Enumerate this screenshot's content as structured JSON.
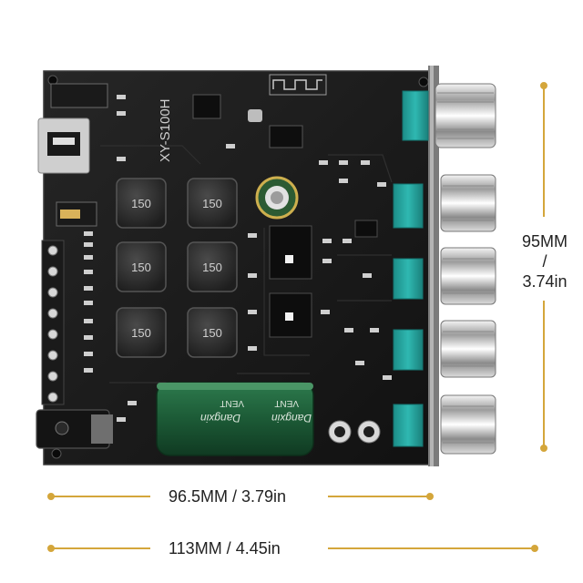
{
  "board": {
    "model": "XY-S100H",
    "inductor_code": "150",
    "capacitor_brand": "Dangxin",
    "capacitor_mark": "VENT"
  },
  "dimensions": {
    "inner_width": "96.5MM / 3.79in",
    "outer_width": "113MM / 4.45in",
    "height_mm": "95MM",
    "height_separator": "/",
    "height_in": "3.74in"
  },
  "colors": {
    "background": "#ffffff",
    "pcb": "#171717",
    "pot_teal": "#24a5a0",
    "guide_line": "#d4a63b",
    "capacitor": "#1c5a36"
  }
}
